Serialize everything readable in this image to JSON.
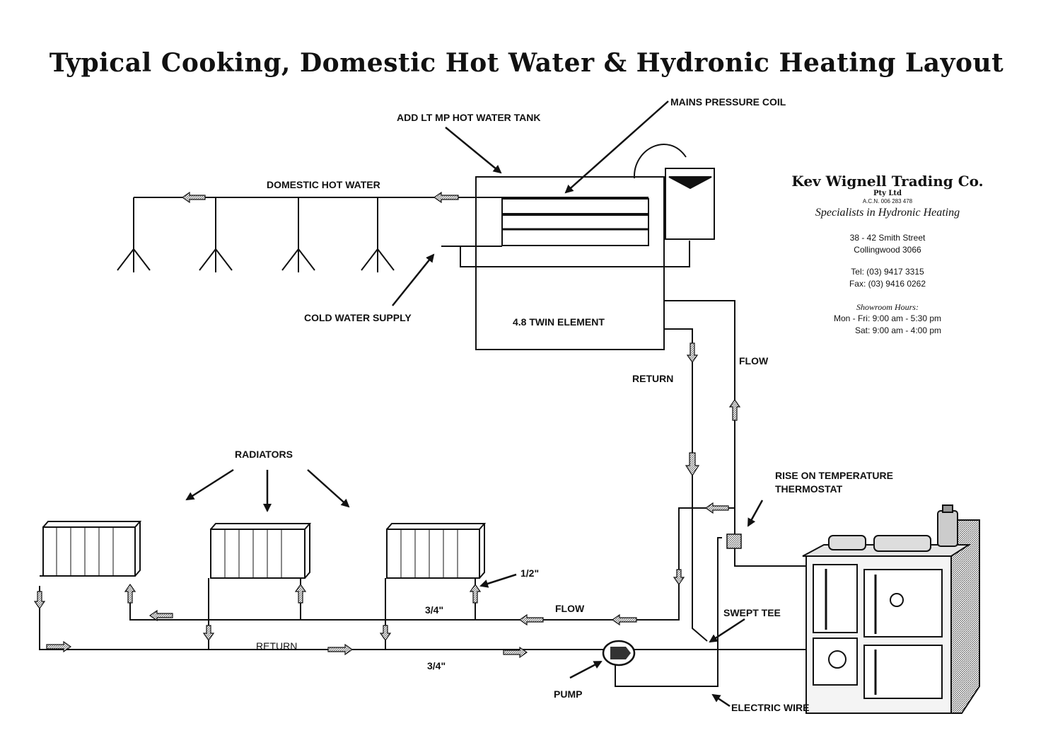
{
  "title": "Typical Cooking, Domestic Hot Water & Hydronic Heating Layout",
  "labels": {
    "mains_pressure_coil": "MAINS PRESSURE COIL",
    "add_lt_mp_tank": "ADD LT MP HOT WATER TANK",
    "domestic_hot_water": "DOMESTIC HOT WATER",
    "cold_water_supply": "COLD WATER SUPPLY",
    "twin_element": "4.8 TWIN ELEMENT",
    "return_upper": "RETURN",
    "flow_upper": "FLOW",
    "radiators": "RADIATORS",
    "rise_on_temp_line1": "RISE ON TEMPERATURE",
    "rise_on_temp_line2": "THERMOSTAT",
    "half_inch": "1/2\"",
    "three_quarter_flow": "3/4\"",
    "flow_lower": "FLOW",
    "return_lower": "RETURN",
    "three_quarter_return": "3/4\"",
    "swept_tee": "SWEPT TEE",
    "pump": "PUMP",
    "electric_wire": "ELECTRIC WIRE"
  },
  "company": {
    "name": "Kev Wignell Trading Co.",
    "pty": "Pty Ltd",
    "acn": "A.C.N. 006 283 478",
    "specialty": "Specialists in Hydronic Heating",
    "address_line1": "38 - 42 Smith Street",
    "address_line2": "Collingwood   3066",
    "tel": "Tel: (03) 9417 3315",
    "fax": "Fax: (03) 9416 0262",
    "hours_title": "Showroom Hours:",
    "hours_weekday": "Mon - Fri:  9:00 am - 5:30 pm",
    "hours_saturday": "Sat:  9:00 am - 4:00 pm"
  }
}
